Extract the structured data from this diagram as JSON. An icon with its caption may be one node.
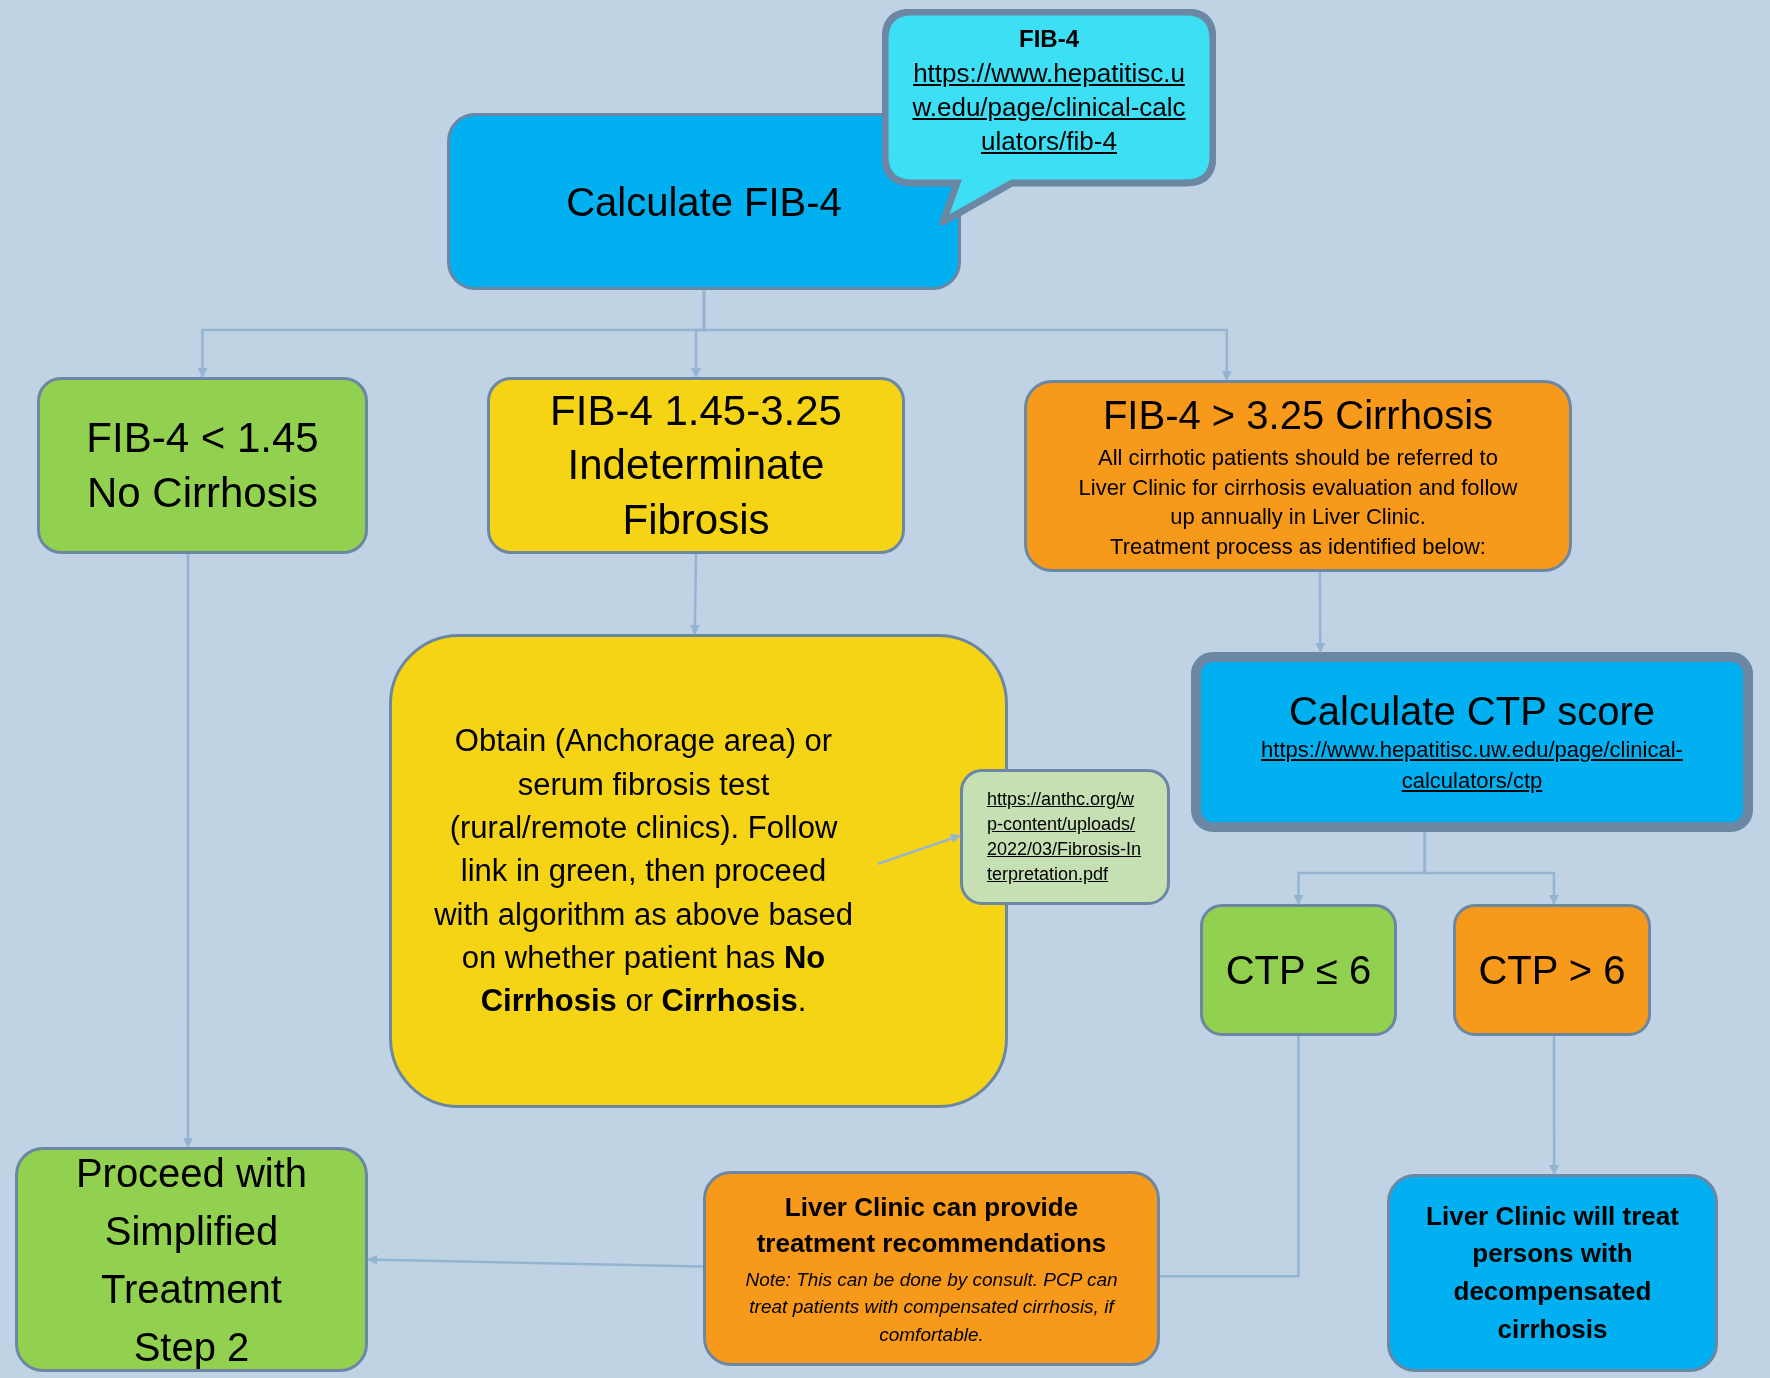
{
  "diagram": {
    "nodes": [
      {
        "text": [
          "Calculate FIB-4"
        ]
      },
      {
        "text": [
          "FIB-4",
          "https://www.hepatitisc.uw.edu/page/clinical-calculators/fib-4"
        ]
      },
      {
        "text": [
          "FIB-4 < 1.45 No Cirrhosis"
        ]
      },
      {
        "text": [
          "FIB-4 1.45-3.25 Indeterminate Fibrosis"
        ]
      },
      {
        "text": [
          "FIB-4 > 3.25 Cirrhosis",
          "All cirrhotic patients should be referred to Liver Clinic for cirrhosis evaluation and follow up annually in Liver Clinic.",
          "Treatment process as identified below:"
        ]
      },
      {
        "text": [
          "Obtain (Anchorage area) or serum fibrosis test (rural/remote clinics). Follow link in green, then proceed with algorithm as above based on whether patient has **No Cirrhosis** or **Cirrhosis**."
        ]
      },
      {
        "text": [
          "https://anthc.org/wp-content/uploads/2022/03/Fibrosis-Interpretation.pdf"
        ]
      },
      {
        "text": [
          "Calculate CTP score",
          "https://www.hepatitisc.uw.edu/page/clinical-calculators/ctp"
        ]
      },
      {
        "text": [
          "CTP ≤ 6"
        ]
      },
      {
        "text": [
          "CTP > 6"
        ]
      },
      {
        "text": [
          "Proceed with Simplified Treatment Step 2"
        ]
      },
      {
        "text": [
          "Liver Clinic can provide treatment recommendations",
          "Note: This can be done by consult. PCP can treat patients with compensated cirrhosis, if comfortable."
        ]
      },
      {
        "text": [
          "Liver Clinic will treat persons with decompensated cirrhosis"
        ]
      }
    ],
    "edges": [
      {
        "from": 0,
        "to": 2,
        "arrow": "to"
      },
      {
        "from": 0,
        "to": 3,
        "arrow": "to"
      },
      {
        "from": 0,
        "to": 4,
        "arrow": "to"
      },
      {
        "from": 3,
        "to": 5,
        "arrow": "to"
      },
      {
        "from": 5,
        "to": 6,
        "arrow": "to"
      },
      {
        "from": 4,
        "to": 7,
        "arrow": "to"
      },
      {
        "from": 2,
        "to": 10,
        "arrow": "to"
      },
      {
        "from": 7,
        "to": 8,
        "arrow": "to"
      },
      {
        "from": 7,
        "to": 9,
        "arrow": "to"
      },
      {
        "from": 8,
        "to": 11,
        "arrow": "none"
      },
      {
        "from": 11,
        "to": 10,
        "arrow": "to"
      },
      {
        "from": 9,
        "to": 12,
        "arrow": "to"
      }
    ]
  }
}
